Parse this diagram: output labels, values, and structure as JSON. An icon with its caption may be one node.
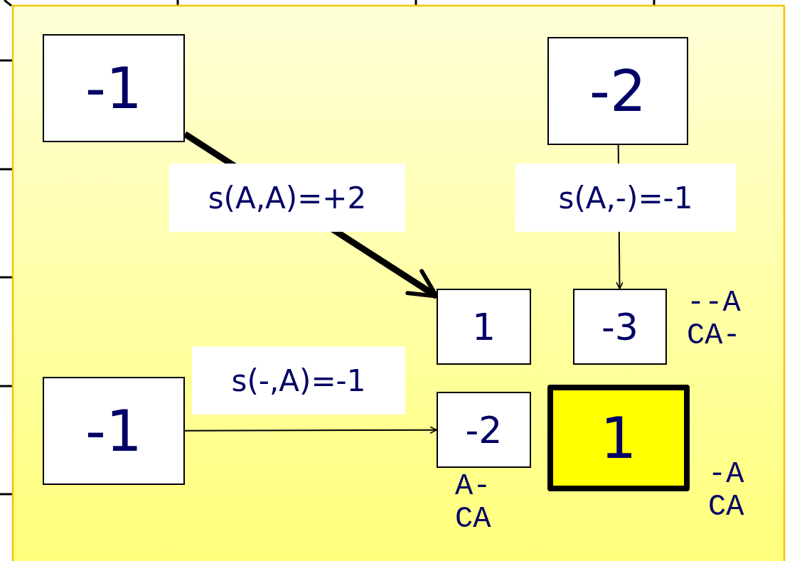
{
  "diagram": {
    "nodes": [
      {
        "text": [
          "-1"
        ]
      },
      {
        "text": [
          "-2"
        ]
      },
      {
        "text": [
          "1"
        ]
      },
      {
        "text": [
          "-3"
        ],
        "beside": [
          "--A",
          "CA-"
        ]
      },
      {
        "text": [
          "-1"
        ]
      },
      {
        "text": [
          "-2"
        ],
        "beside": [
          "A-",
          "CA"
        ]
      },
      {
        "text": [
          "1"
        ],
        "beside": [
          "-A",
          "CA"
        ]
      }
    ],
    "edges": [
      {
        "from": 0,
        "to": 2,
        "arrow": "to",
        "label": "s(A,A)=+2",
        "style": "thick"
      },
      {
        "from": 1,
        "to": 3,
        "arrow": "to",
        "label": "s(A,-)=-1"
      },
      {
        "from": 4,
        "to": 5,
        "arrow": "to",
        "label": "s(-,A)=-1"
      }
    ]
  }
}
